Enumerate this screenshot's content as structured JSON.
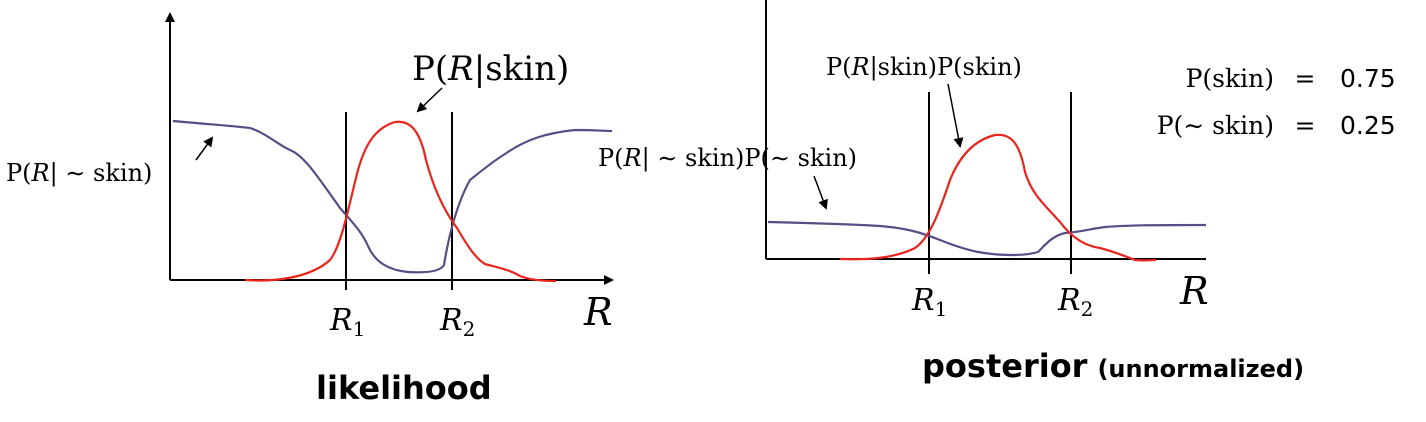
{
  "left_panel": {
    "caption": "likelihood",
    "x_axis_label": "R",
    "r1_label": {
      "var": "R",
      "sub": "1"
    },
    "r2_label": {
      "var": "R",
      "sub": "2"
    },
    "skin_curve_label": {
      "prefix": "P(",
      "var": "R",
      "mid": "|skin)"
    },
    "not_skin_curve_label": {
      "prefix": "P(",
      "var": "R",
      "mid": "| ∼ skin)"
    }
  },
  "right_panel": {
    "caption_main": "posterior",
    "caption_sub": "(unnormalized)",
    "x_axis_label": "R",
    "r1_label": {
      "var": "R",
      "sub": "1"
    },
    "r2_label": {
      "var": "R",
      "sub": "2"
    },
    "skin_curve_label": {
      "prefix": "P(",
      "var": "R",
      "mid": "|skin)P(skin)"
    },
    "not_skin_curve_label": {
      "prefix": "P(",
      "var": "R",
      "mid": "| ∼ skin)P(∼ skin)"
    },
    "priors": [
      {
        "lhs": "P(skin)",
        "eq": "=",
        "value": "0.75"
      },
      {
        "lhs": "P(∼ skin)",
        "eq": "=",
        "value": "0.25"
      }
    ]
  },
  "colors": {
    "skin_curve": "#e8261c",
    "not_skin_curve": "#5a4c84",
    "axes": "#000000"
  }
}
